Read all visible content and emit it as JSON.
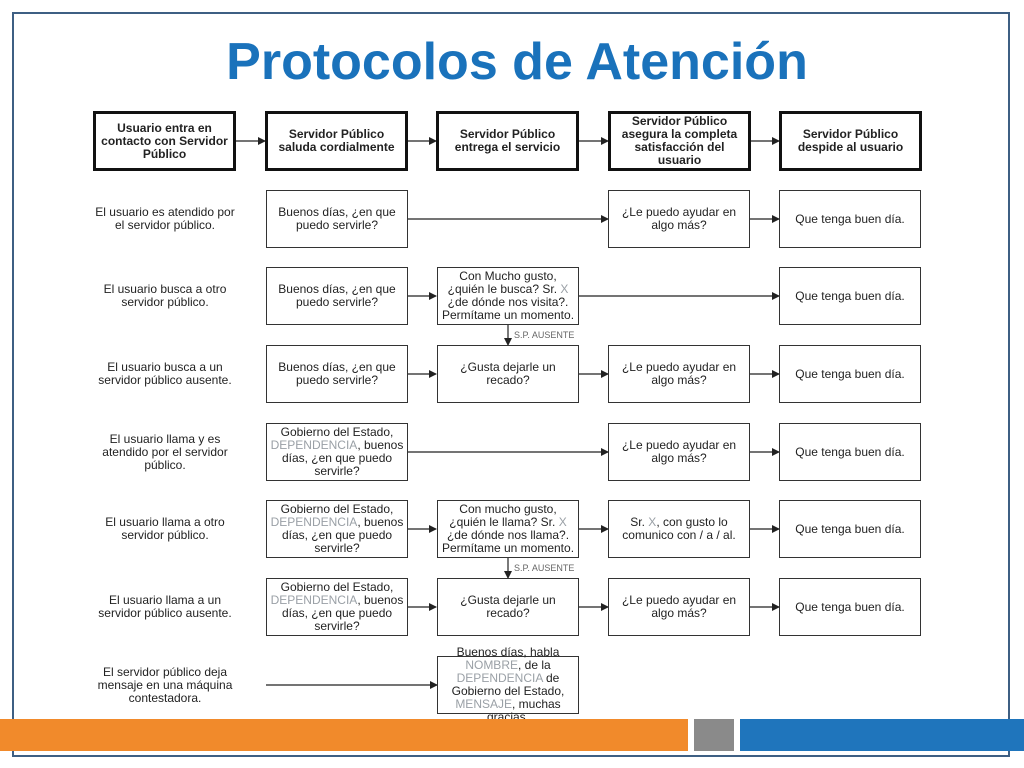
{
  "title": "Protocolos de Atención",
  "colors": {
    "title": "#1a72bb",
    "frame": "#3e5f83",
    "bar_orange": "#f18a2b",
    "bar_gray": "#8a8a8a",
    "bar_blue": "#1f75bc",
    "highlight": "#9aa0a6"
  },
  "headers": [
    "Usuario entra en contacto con Servidor Público",
    "Servidor Público saluda cordialmente",
    "Servidor Público entrega el servicio",
    "Servidor Público asegura la completa satisfacción del usuario",
    "Servidor Público despide al usuario"
  ],
  "rows": [
    {
      "label": "El usuario es atendido por el servidor público.",
      "greeting": "Buenos días, ¿en que puedo servirle?",
      "service": "",
      "satisfaction": "¿Le puedo ayudar en algo más?",
      "farewell": "Que tenga buen día."
    },
    {
      "label": "El usuario busca a otro servidor público.",
      "greeting": "Buenos días, ¿en que puedo servirle?",
      "service_parts": [
        "Con Mucho gusto, ¿quién le busca? Sr. ",
        "X",
        " ¿de dónde nos visita?. Permítame un momento."
      ],
      "satisfaction": "",
      "farewell": "Que tenga buen día."
    },
    {
      "label": "El usuario busca a un servidor público ausente.",
      "greeting": "Buenos días, ¿en que puedo servirle?",
      "service": "¿Gusta dejarle un recado?",
      "satisfaction": "¿Le puedo ayudar en algo más?",
      "farewell": "Que tenga buen día."
    },
    {
      "label": "El usuario llama y es atendido por el servidor público.",
      "greeting_parts": [
        "Gobierno del Estado, ",
        "DEPENDENCIA",
        ", buenos días, ¿en que puedo servirle?"
      ],
      "service": "",
      "satisfaction": "¿Le puedo ayudar en algo más?",
      "farewell": "Que tenga buen día."
    },
    {
      "label": "El usuario llama a otro servidor público.",
      "greeting_parts": [
        "Gobierno del Estado, ",
        "DEPENDENCIA",
        ", buenos días, ¿en que puedo servirle?"
      ],
      "service_parts": [
        "Con mucho gusto, ¿quién le llama?  Sr. ",
        "X",
        " ¿de dónde nos llama?. Permítame un momento."
      ],
      "satisfaction_parts": [
        "Sr. ",
        "X",
        ", con gusto lo comunico con / a / al."
      ],
      "farewell": "Que tenga buen día."
    },
    {
      "label": "El usuario llama a un servidor público ausente.",
      "greeting_parts": [
        "Gobierno del Estado, ",
        "DEPENDENCIA",
        ", buenos días, ¿en que puedo servirle?"
      ],
      "service": "¿Gusta dejarle un recado?",
      "satisfaction": "¿Le puedo ayudar en algo más?",
      "farewell": "Que tenga buen día."
    },
    {
      "label": "El servidor público deja mensaje en una máquina contestadora.",
      "service_parts": [
        "Buenos días, habla ",
        "NOMBRE",
        ", de la ",
        "DEPENDENCIA",
        " de Gobierno del Estado, ",
        "MENSAJE",
        ", muchas gracias."
      ]
    }
  ],
  "absent_note": "S.P. AUSENTE"
}
